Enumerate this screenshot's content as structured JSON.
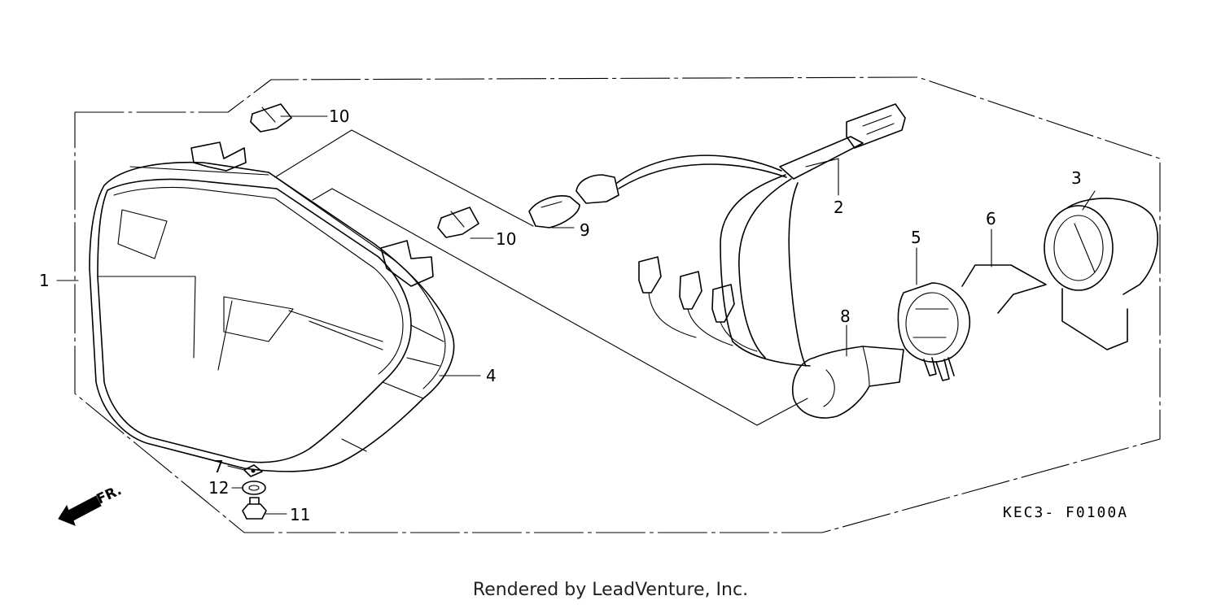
{
  "callouts": [
    {
      "id": "1",
      "label": "1"
    },
    {
      "id": "2",
      "label": "2"
    },
    {
      "id": "3",
      "label": "3"
    },
    {
      "id": "4",
      "label": "4"
    },
    {
      "id": "5",
      "label": "5"
    },
    {
      "id": "6",
      "label": "6"
    },
    {
      "id": "7",
      "label": "7"
    },
    {
      "id": "8",
      "label": "8"
    },
    {
      "id": "9",
      "label": "9"
    },
    {
      "id": "10a",
      "label": "10"
    },
    {
      "id": "10b",
      "label": "10"
    },
    {
      "id": "11",
      "label": "11"
    },
    {
      "id": "12",
      "label": "12"
    }
  ],
  "diagram_code": "KEC3- F0100A",
  "front_indicator": "FR.",
  "credit": "Rendered by LeadVenture, Inc."
}
